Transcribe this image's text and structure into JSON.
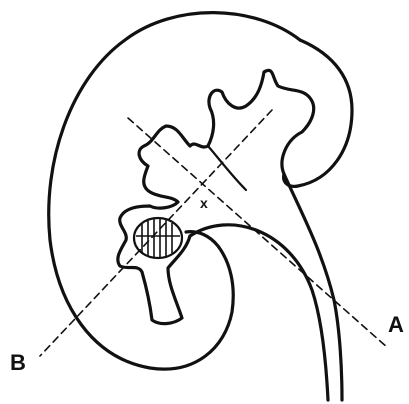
{
  "diagram": {
    "labels": {
      "a": "A",
      "b": "B",
      "intersection": "x"
    },
    "colors": {
      "ink": "#111111",
      "background": "#ffffff"
    }
  }
}
